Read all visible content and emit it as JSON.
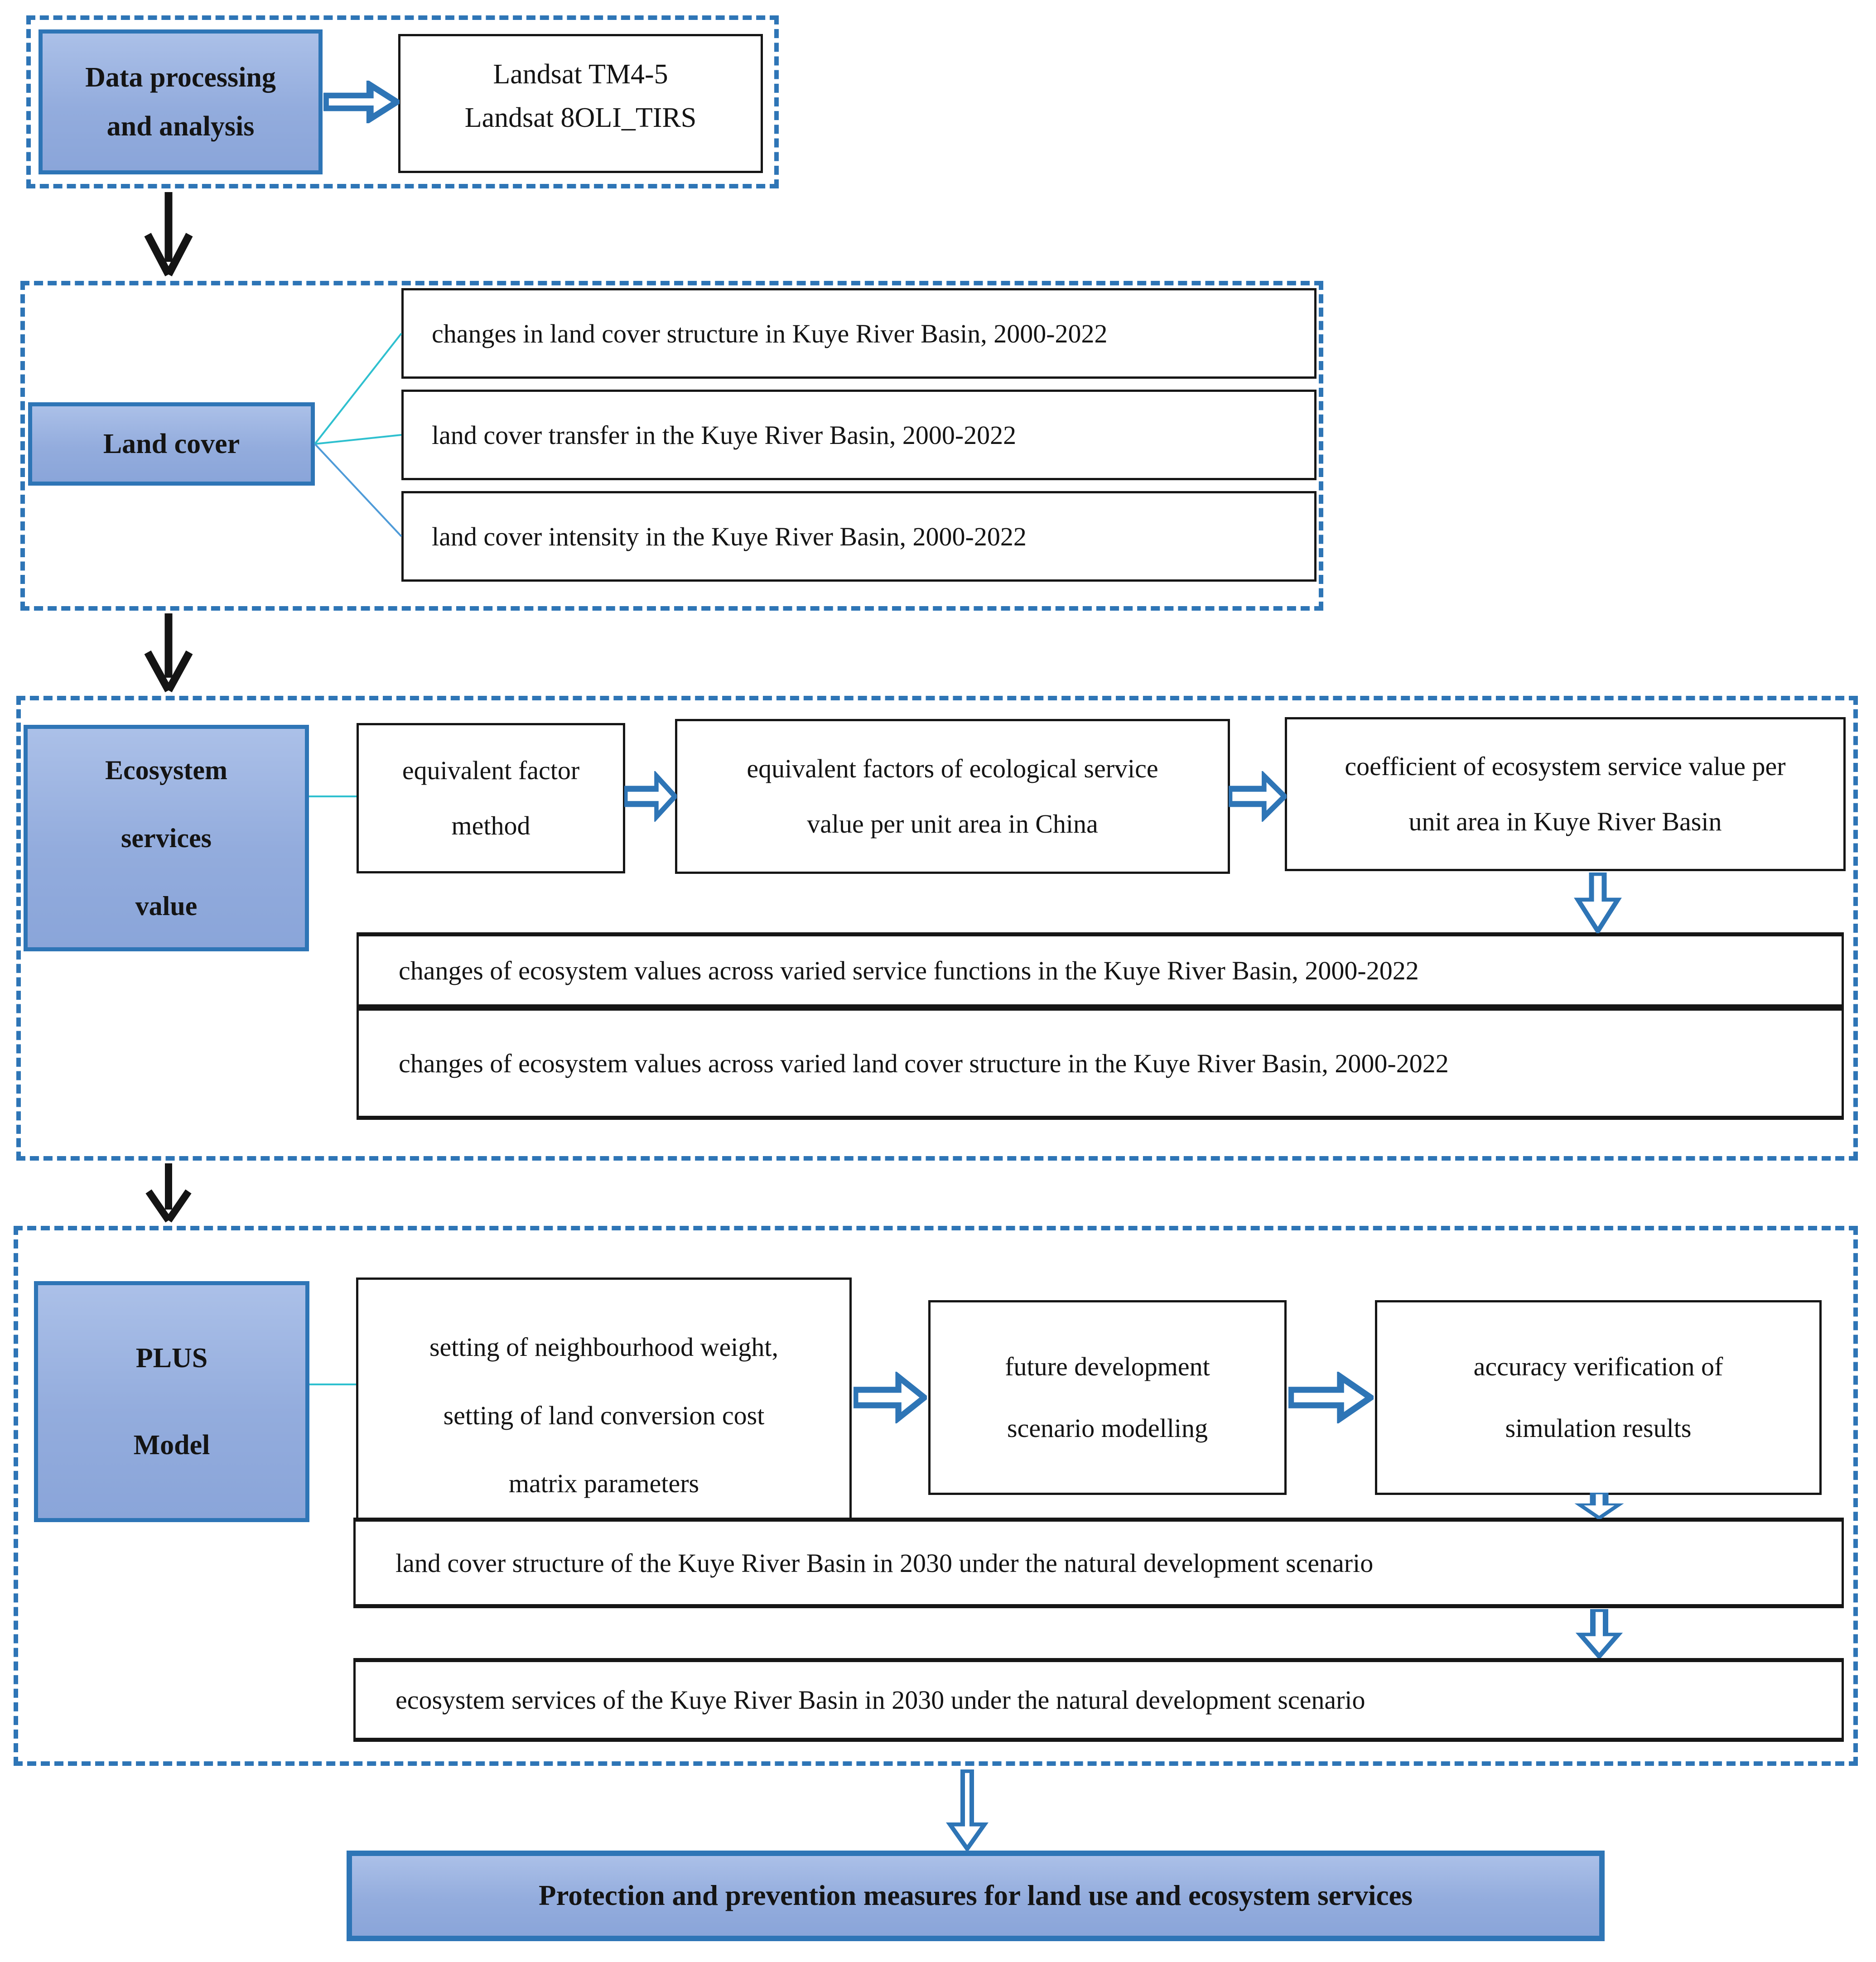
{
  "palette": {
    "accent_blue": "#2e75b6",
    "connector_teal": "#2fc0cf",
    "box_fill_light": "#93acdd",
    "arrow_black": "#141414"
  },
  "data_processing": {
    "label": "Data processing\nand analysis",
    "satellite": "Landsat TM4-5\nLandsat 8OLI_TIRS"
  },
  "land_cover": {
    "label": "Land cover",
    "items": [
      "changes in land cover structure in Kuye River Basin, 2000-2022",
      "land cover transfer in the Kuye River Basin, 2000-2022",
      "land cover intensity in the Kuye River Basin, 2000-2022"
    ]
  },
  "esv": {
    "label": "Ecosystem\nservices\nvalue",
    "method": "equivalent factor\nmethod",
    "china_factors": "equivalent factors of ecological service\nvalue per unit area in China",
    "basin_coefficient": "coefficient of ecosystem service value per\nunit area in Kuye River Basin",
    "results": [
      "changes of ecosystem values across varied service functions in the Kuye River Basin, 2000-2022",
      "changes of ecosystem values across varied land cover structure in the Kuye River Basin, 2000-2022"
    ]
  },
  "plus_model": {
    "label": "PLUS\nModel",
    "settings": "setting of neighbourhood weight,\nsetting of land conversion cost\nmatrix parameters",
    "scenario": "future development\nscenario modelling",
    "verification": "accuracy verification of\nsimulation results",
    "land_cover_2030": "land cover structure of the Kuye River Basin in 2030 under the natural development scenario",
    "ecosystem_2030": "ecosystem services of the Kuye River Basin in 2030 under the natural development scenario"
  },
  "conclusion": {
    "label": "Protection and prevention measures for land use and ecosystem services"
  }
}
